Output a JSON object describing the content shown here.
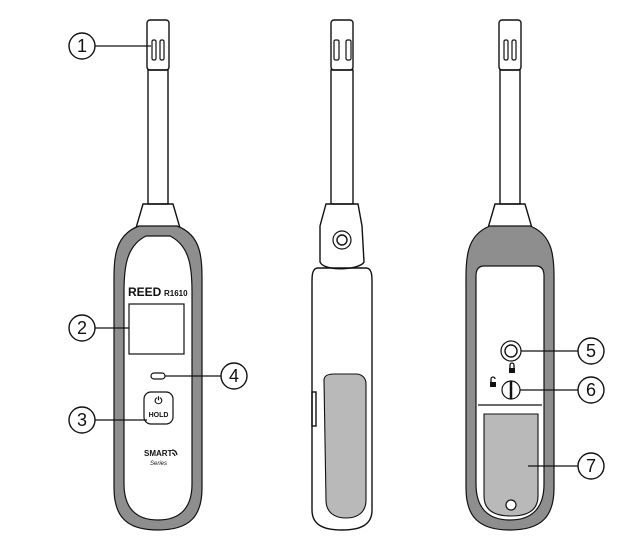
{
  "device": {
    "brand": "REED",
    "model": "R1610",
    "hold_label": "HOLD",
    "power_symbol": "⏻",
    "smart_label": "SMART",
    "series_label": "Series"
  },
  "callouts": [
    {
      "id": "1",
      "label": "1"
    },
    {
      "id": "2",
      "label": "2"
    },
    {
      "id": "3",
      "label": "3"
    },
    {
      "id": "4",
      "label": "4"
    },
    {
      "id": "5",
      "label": "5"
    },
    {
      "id": "6",
      "label": "6"
    },
    {
      "id": "7",
      "label": "7"
    }
  ],
  "icons": {
    "lock": "lock-icon",
    "unlock": "unlock-icon",
    "power": "power-icon"
  }
}
